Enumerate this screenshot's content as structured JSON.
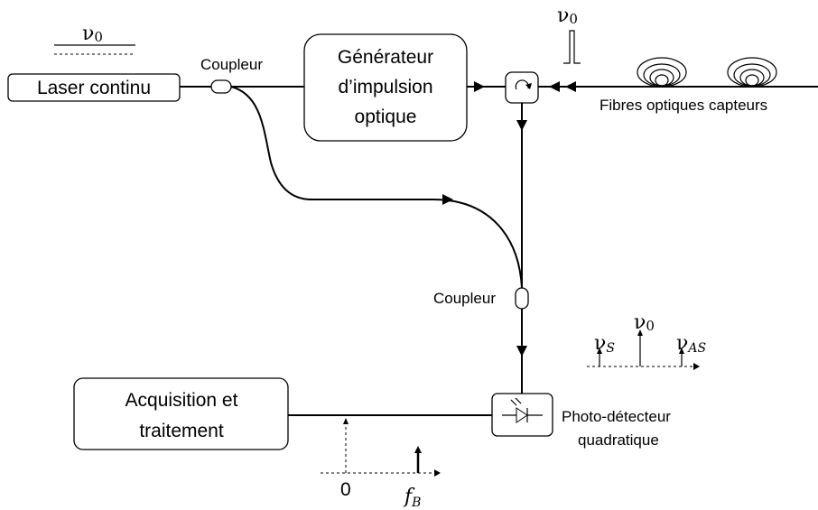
{
  "blocks": {
    "laser": "Laser continu",
    "generator": [
      "Générateur",
      "d’impulsion",
      "optique"
    ],
    "acquisition": [
      "Acquisition et",
      "traitement"
    ]
  },
  "labels": {
    "coupler_top": "Coupleur",
    "coupler_bottom": "Coupleur",
    "fibres": "Fibres optiques capteurs",
    "photodetector": [
      "Photo-détecteur",
      "quadratique"
    ]
  },
  "spectra": {
    "laser_symbol": "ν",
    "laser_sub": "0",
    "pulse_symbol": "ν",
    "pulse_sub": "0",
    "stokes_symbol": "ν",
    "stokes_sub": "S",
    "center_symbol": "ν",
    "center_sub": "0",
    "antistokes_symbol": "ν",
    "antistokes_sub": "AS",
    "beat_zero": "0",
    "beat_symbol": "f",
    "beat_sub": "B"
  }
}
